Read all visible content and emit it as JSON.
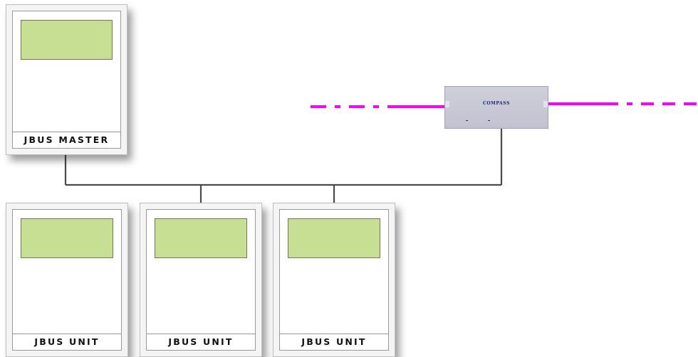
{
  "master": {
    "label": "JBUS MASTER"
  },
  "units": [
    {
      "label": "JBUS UNIT"
    },
    {
      "label": "JBUS UNIT"
    },
    {
      "label": "JBUS UNIT"
    }
  ],
  "gateway": {
    "brand": "COMPASS"
  },
  "colors": {
    "screen": "#c6df92",
    "bus_line": "#4a4a4a",
    "network_line": "#ff00ff",
    "gateway_body": "#c8c8d6"
  }
}
